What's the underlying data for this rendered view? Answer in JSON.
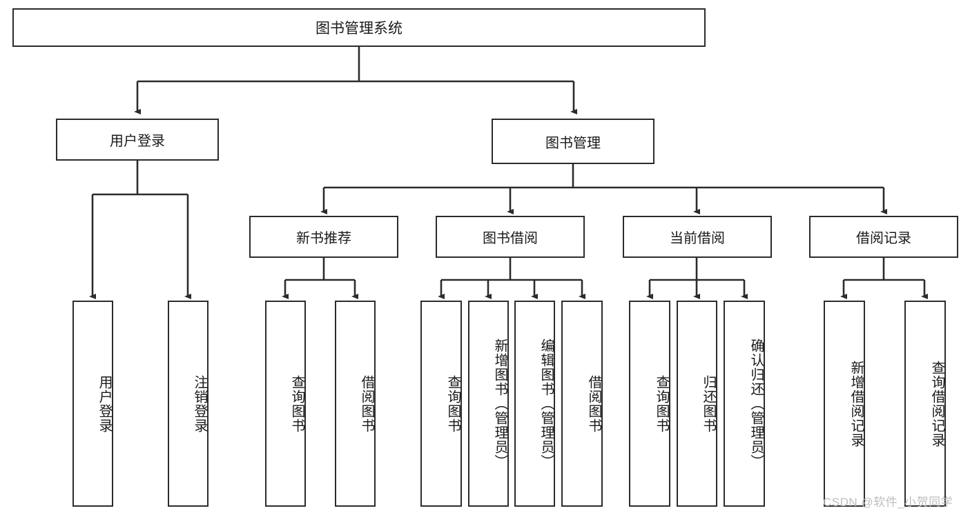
{
  "diagram": {
    "title": "图书管理系统",
    "watermark": "CSDN @软件_小贺同学",
    "colors": {
      "stroke": "#2b2b2b",
      "fill": "#ffffff",
      "text": "#1a1a1a",
      "watermark": "#bdbdbd"
    },
    "root": {
      "label": "图书管理系统"
    },
    "level2": [
      {
        "label": "用户登录"
      },
      {
        "label": "图书管理"
      }
    ],
    "level3": [
      {
        "label": "新书推荐"
      },
      {
        "label": "图书借阅"
      },
      {
        "label": "当前借阅"
      },
      {
        "label": "借阅记录"
      }
    ],
    "leaves": {
      "user_login": [
        {
          "label": "用户登录"
        },
        {
          "label": "注销登录"
        }
      ],
      "new_book_recommend": [
        {
          "label": "查询图书"
        },
        {
          "label": "借阅图书"
        }
      ],
      "book_borrow": [
        {
          "label": "查询图书"
        },
        {
          "label": "新增图书（管理员）"
        },
        {
          "label": "编辑图书（管理员）"
        },
        {
          "label": "借阅图书"
        }
      ],
      "current_borrow": [
        {
          "label": "查询图书"
        },
        {
          "label": "归还图书"
        },
        {
          "label": "确认归还（管理员）"
        }
      ],
      "borrow_records": [
        {
          "label": "新增借阅记录"
        },
        {
          "label": "查询借阅记录"
        }
      ]
    }
  }
}
